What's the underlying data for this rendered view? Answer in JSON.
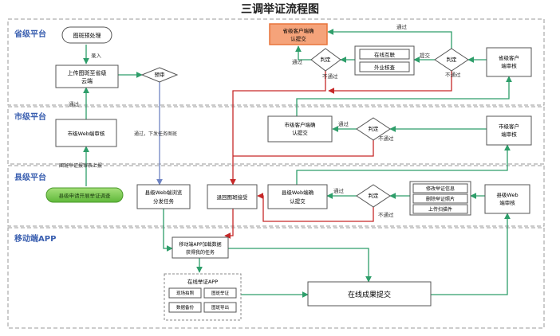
{
  "title": "三调举证流程图",
  "lanes": {
    "province": "省级平台",
    "city": "市级平台",
    "county": "县级平台",
    "mobile": "移动端APP"
  },
  "nodes": {
    "tuban_preprocess": "图斑预处理",
    "upload_l1": "上传图斑至省级",
    "upload_l2": "云端",
    "presubmit": "预审",
    "prov_confirm_l1": "省级客户端确",
    "prov_confirm_l2": "认提交",
    "judge": "判定",
    "online_check": "在线互联",
    "field_check": "外业核查",
    "prov_client_l1": "省级客户",
    "prov_client_l2": "端审核",
    "city_web_review": "市级Web端审核",
    "city_confirm_l1": "市级客户端确",
    "city_confirm_l2": "认提交",
    "city_client_l1": "市级客户",
    "city_client_l2": "端审核",
    "county_apply": "县级申请开展举证调查",
    "county_web_l1": "县级Web端浏览",
    "county_web_l2": "分发任务",
    "return_tuban": "退回图斑接受",
    "county_confirm_l1": "县级Web端确",
    "county_confirm_l2": "认提交",
    "modify_info": "修改举证信息",
    "delete_photo": "删除举证照片",
    "upload_attach": "上传扫描件",
    "county_review_l1": "县级Web",
    "county_review_l2": "端审核",
    "mobile_load_l1": "移动端APP加载数据",
    "mobile_load_l2": "获得我的任务",
    "online_app": "在线举证APP",
    "app_btn1": "现场拍照",
    "app_btn2": "图斑举证",
    "app_btn3": "数据备份",
    "app_btn4": "图斑导出",
    "online_result": "在线成果提交"
  },
  "edges": {
    "import": "录入",
    "pass": "通过",
    "not_pass": "不通过",
    "submit": "提交",
    "distribute": "通过，下发任务图斑",
    "county_report": "图斑举证报审表上报"
  },
  "colors": {
    "green": "#2e9e6a",
    "red": "#c62828",
    "orange": "#e8743b",
    "pill_green": "#7ccc57"
  }
}
